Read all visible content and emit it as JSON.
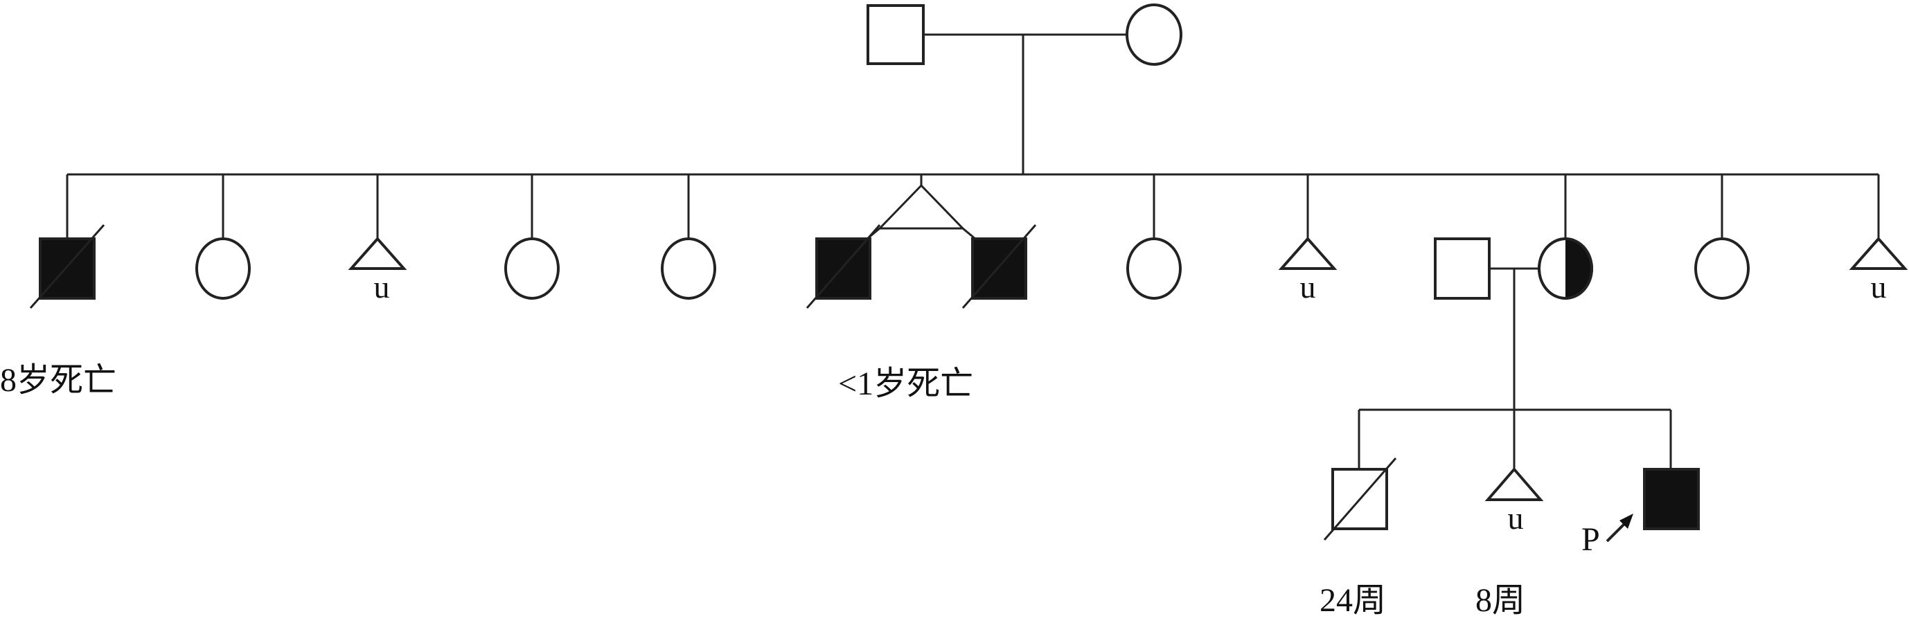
{
  "colors": {
    "line": "#222222",
    "affected": "#111111",
    "background": "#ffffff"
  },
  "pedigree": {
    "labels": {
      "sib1_death": "8岁死亡",
      "twins_death": "<1岁死亡",
      "miscarriage_24": "24周",
      "miscarriage_8": "8周",
      "proband": "P"
    },
    "unknown_sex_mark": "u",
    "generations": [
      {
        "generation": 1,
        "members": [
          "male",
          "female"
        ]
      },
      {
        "generation": 2,
        "members": [
          "male affected deceased",
          "female",
          "unknown sex",
          "female",
          "female",
          "male affected deceased (twin)",
          "male affected deceased (twin)",
          "female",
          "unknown sex",
          "male (spouse)",
          "female carrier",
          "female",
          "unknown sex"
        ]
      },
      {
        "generation": 3,
        "members": [
          "male deceased",
          "unknown sex",
          "male affected proband"
        ]
      }
    ]
  }
}
